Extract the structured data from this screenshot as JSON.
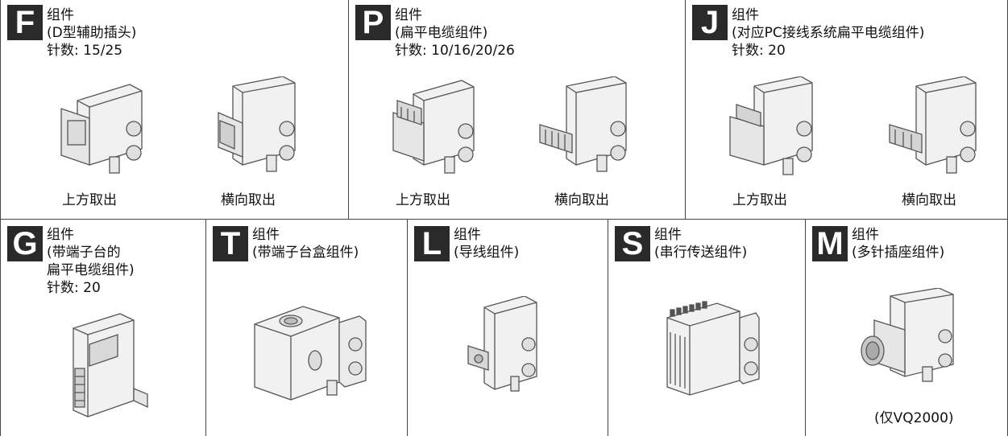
{
  "panels": {
    "F": {
      "letter": "F",
      "line1": "组件",
      "line2": "(D型辅助插头)",
      "pins": "针数: 15/25",
      "caption_left": "上方取出",
      "caption_right": "横向取出"
    },
    "P": {
      "letter": "P",
      "line1": "组件",
      "line2": "(扁平电缆组件)",
      "pins": "针数: 10/16/20/26",
      "caption_left": "上方取出",
      "caption_right": "横向取出"
    },
    "J": {
      "letter": "J",
      "line1": "组件",
      "line2": "(对应PC接线系统扁平电缆组件)",
      "pins": "针数: 20",
      "caption_left": "上方取出",
      "caption_right": "横向取出"
    },
    "G": {
      "letter": "G",
      "line1": "组件",
      "line2": "(带端子台的",
      "line3": "扁平电缆组件)",
      "pins": "针数: 20"
    },
    "T": {
      "letter": "T",
      "line1": "组件",
      "line2": "(带端子台盒组件)"
    },
    "L": {
      "letter": "L",
      "line1": "组件",
      "line2": "(导线组件)"
    },
    "S": {
      "letter": "S",
      "line1": "组件",
      "line2": "(串行传送组件)"
    },
    "M": {
      "letter": "M",
      "line1": "组件",
      "line2": "(多针插座组件)",
      "note": "(仅VQ2000)"
    }
  },
  "colors": {
    "label_bg": "#2a2a2a",
    "label_fg": "#ffffff",
    "border": "#444444"
  }
}
